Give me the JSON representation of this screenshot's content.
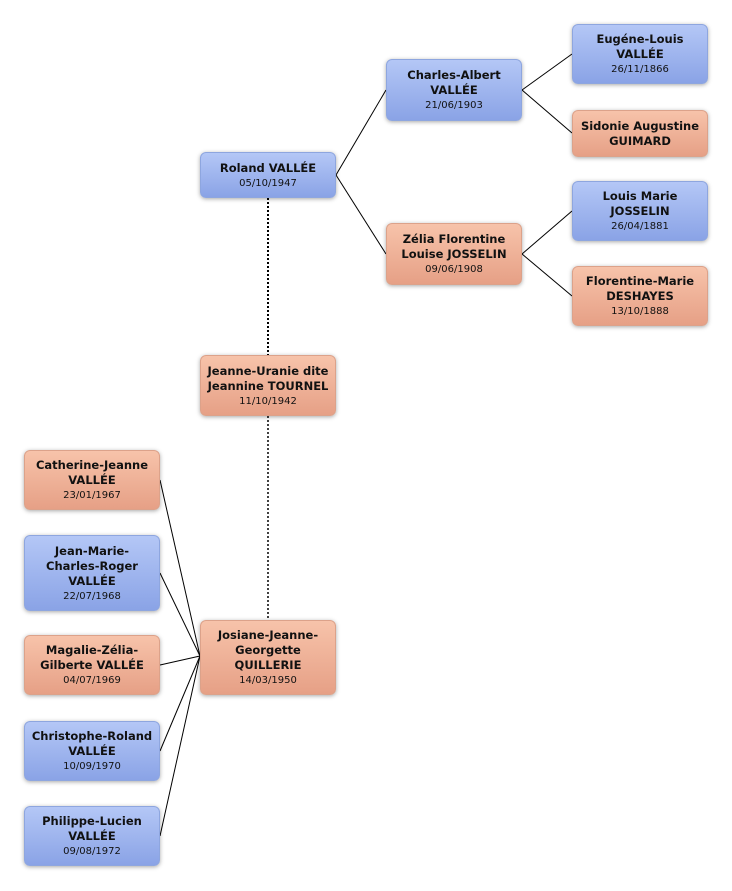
{
  "colors": {
    "male": "#9fb5ef",
    "female": "#f0b096",
    "line": "#000000"
  },
  "people": {
    "roland": {
      "name": "Roland VALLÉE",
      "date": "05/10/1947",
      "sex": "m"
    },
    "charles": {
      "name": "Charles-Albert VALLÉE",
      "date": "21/06/1903",
      "sex": "m"
    },
    "zelia": {
      "name": "Zélia Florentine Louise JOSSELIN",
      "date": "09/06/1908",
      "sex": "f"
    },
    "eugene": {
      "name": "Eugéne-Louis VALLÉE",
      "date": "26/11/1866",
      "sex": "m"
    },
    "sidonie": {
      "name": "Sidonie Augustine GUIMARD",
      "date": "",
      "sex": "f"
    },
    "louis": {
      "name": "Louis Marie JOSSELIN",
      "date": "26/04/1881",
      "sex": "m"
    },
    "florentine": {
      "name": "Florentine-Marie DESHAYES",
      "date": "13/10/1888",
      "sex": "f"
    },
    "jeanne": {
      "name": "Jeanne-Uranie dite Jeannine TOURNEL",
      "date": "11/10/1942",
      "sex": "f"
    },
    "josiane": {
      "name": "Josiane-Jeanne-Georgette QUILLERIE",
      "date": "14/03/1950",
      "sex": "f"
    },
    "catherine": {
      "name": "Catherine-Jeanne VALLÉE",
      "date": "23/01/1967",
      "sex": "f"
    },
    "jeanmarie": {
      "name": "Jean-Marie-Charles-Roger VALLÉE",
      "date": "22/07/1968",
      "sex": "m"
    },
    "magalie": {
      "name": "Magalie-Zélia-Gilberte VALLÉE",
      "date": "04/07/1969",
      "sex": "f"
    },
    "christophe": {
      "name": "Christophe-Roland VALLÉE",
      "date": "10/09/1970",
      "sex": "m"
    },
    "philippe": {
      "name": "Philippe-Lucien VALLÉE",
      "date": "09/08/1972",
      "sex": "m"
    }
  }
}
